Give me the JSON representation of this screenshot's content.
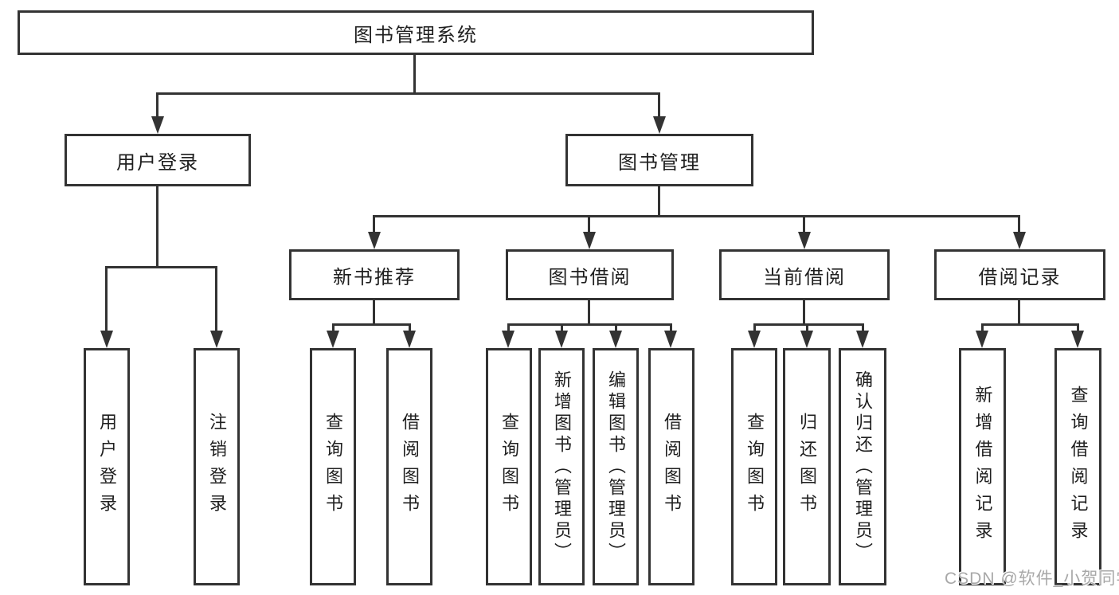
{
  "diagram": {
    "type": "tree",
    "title": "图书管理系统",
    "level2": [
      {
        "id": "user-login",
        "label": "用户登录",
        "parent": "图书管理系统"
      },
      {
        "id": "book-management",
        "label": "图书管理",
        "parent": "图书管理系统"
      }
    ],
    "level3": [
      {
        "id": "new-book-recommend",
        "label": "新书推荐",
        "parent": "图书管理"
      },
      {
        "id": "book-borrowing",
        "label": "图书借阅",
        "parent": "图书管理"
      },
      {
        "id": "current-borrowing",
        "label": "当前借阅",
        "parent": "图书管理"
      },
      {
        "id": "borrowing-records",
        "label": "借阅记录",
        "parent": "图书管理"
      }
    ],
    "leaves": [
      {
        "label": "用户登录",
        "parent": "用户登录"
      },
      {
        "label": "注销登录",
        "parent": "用户登录"
      },
      {
        "label": "查询图书",
        "parent": "新书推荐"
      },
      {
        "label": "借阅图书",
        "parent": "新书推荐"
      },
      {
        "label": "查询图书",
        "parent": "图书借阅"
      },
      {
        "label": "新增图书（管理员）",
        "parent": "图书借阅"
      },
      {
        "label": "编辑图书（管理员）",
        "parent": "图书借阅"
      },
      {
        "label": "借阅图书",
        "parent": "图书借阅"
      },
      {
        "label": "查询图书",
        "parent": "当前借阅"
      },
      {
        "label": "归还图书",
        "parent": "当前借阅"
      },
      {
        "label": "确认归还（管理员）",
        "parent": "当前借阅"
      },
      {
        "label": "新增借阅记录",
        "parent": "借阅记录"
      },
      {
        "label": "查询借阅记录",
        "parent": "借阅记录"
      }
    ],
    "colors": {
      "line": "#333333",
      "text": "#1f1f1f",
      "background": "#ffffff",
      "watermark": "#a8a8a8"
    }
  },
  "watermark": {
    "text": "CSDN @软件_小贺同学"
  }
}
